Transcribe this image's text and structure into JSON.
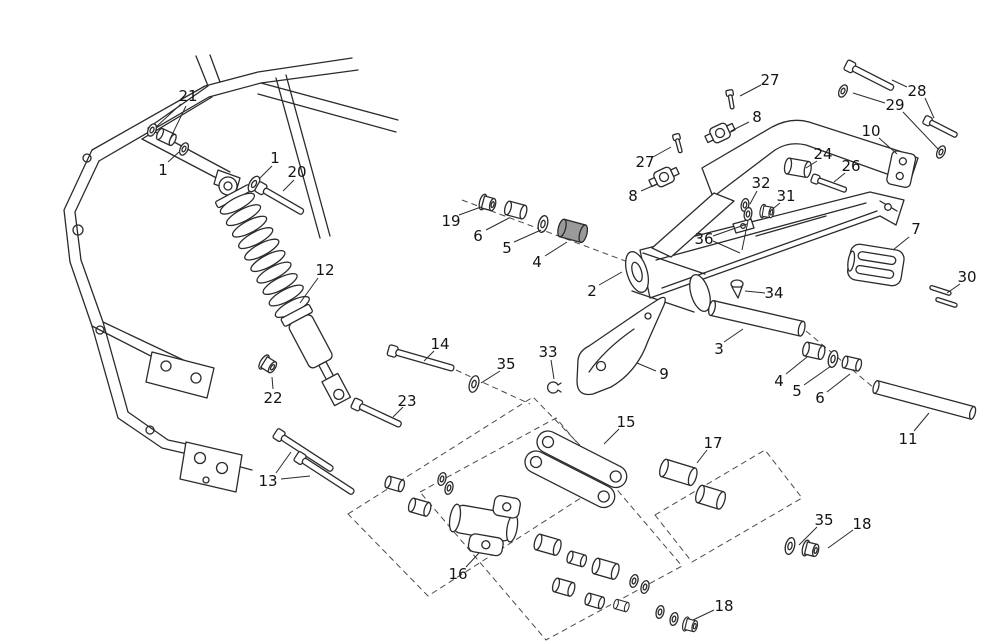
{
  "page": {
    "background": "#ffffff"
  },
  "diagram": {
    "type": "exploded-parts-diagram",
    "subject": "rear suspension swingarm exploded view",
    "line_color": "#2b2b2b",
    "labels": [
      {
        "text": "21"
      },
      {
        "text": "1"
      },
      {
        "text": "1"
      },
      {
        "text": "20"
      },
      {
        "text": "12"
      },
      {
        "text": "22"
      },
      {
        "text": "23"
      },
      {
        "text": "13"
      },
      {
        "text": "14"
      },
      {
        "text": "35"
      },
      {
        "text": "33"
      },
      {
        "text": "9"
      },
      {
        "text": "15"
      },
      {
        "text": "16"
      },
      {
        "text": "17"
      },
      {
        "text": "35"
      },
      {
        "text": "18"
      },
      {
        "text": "18"
      },
      {
        "text": "19"
      },
      {
        "text": "6"
      },
      {
        "text": "5"
      },
      {
        "text": "4"
      },
      {
        "text": "2"
      },
      {
        "text": "36"
      },
      {
        "text": "34"
      },
      {
        "text": "3"
      },
      {
        "text": "4"
      },
      {
        "text": "5"
      },
      {
        "text": "6"
      },
      {
        "text": "11"
      },
      {
        "text": "7"
      },
      {
        "text": "30"
      },
      {
        "text": "10"
      },
      {
        "text": "29"
      },
      {
        "text": "28"
      },
      {
        "text": "27"
      },
      {
        "text": "8"
      },
      {
        "text": "27"
      },
      {
        "text": "8"
      },
      {
        "text": "24"
      },
      {
        "text": "26"
      },
      {
        "text": "31"
      },
      {
        "text": "32"
      }
    ]
  }
}
